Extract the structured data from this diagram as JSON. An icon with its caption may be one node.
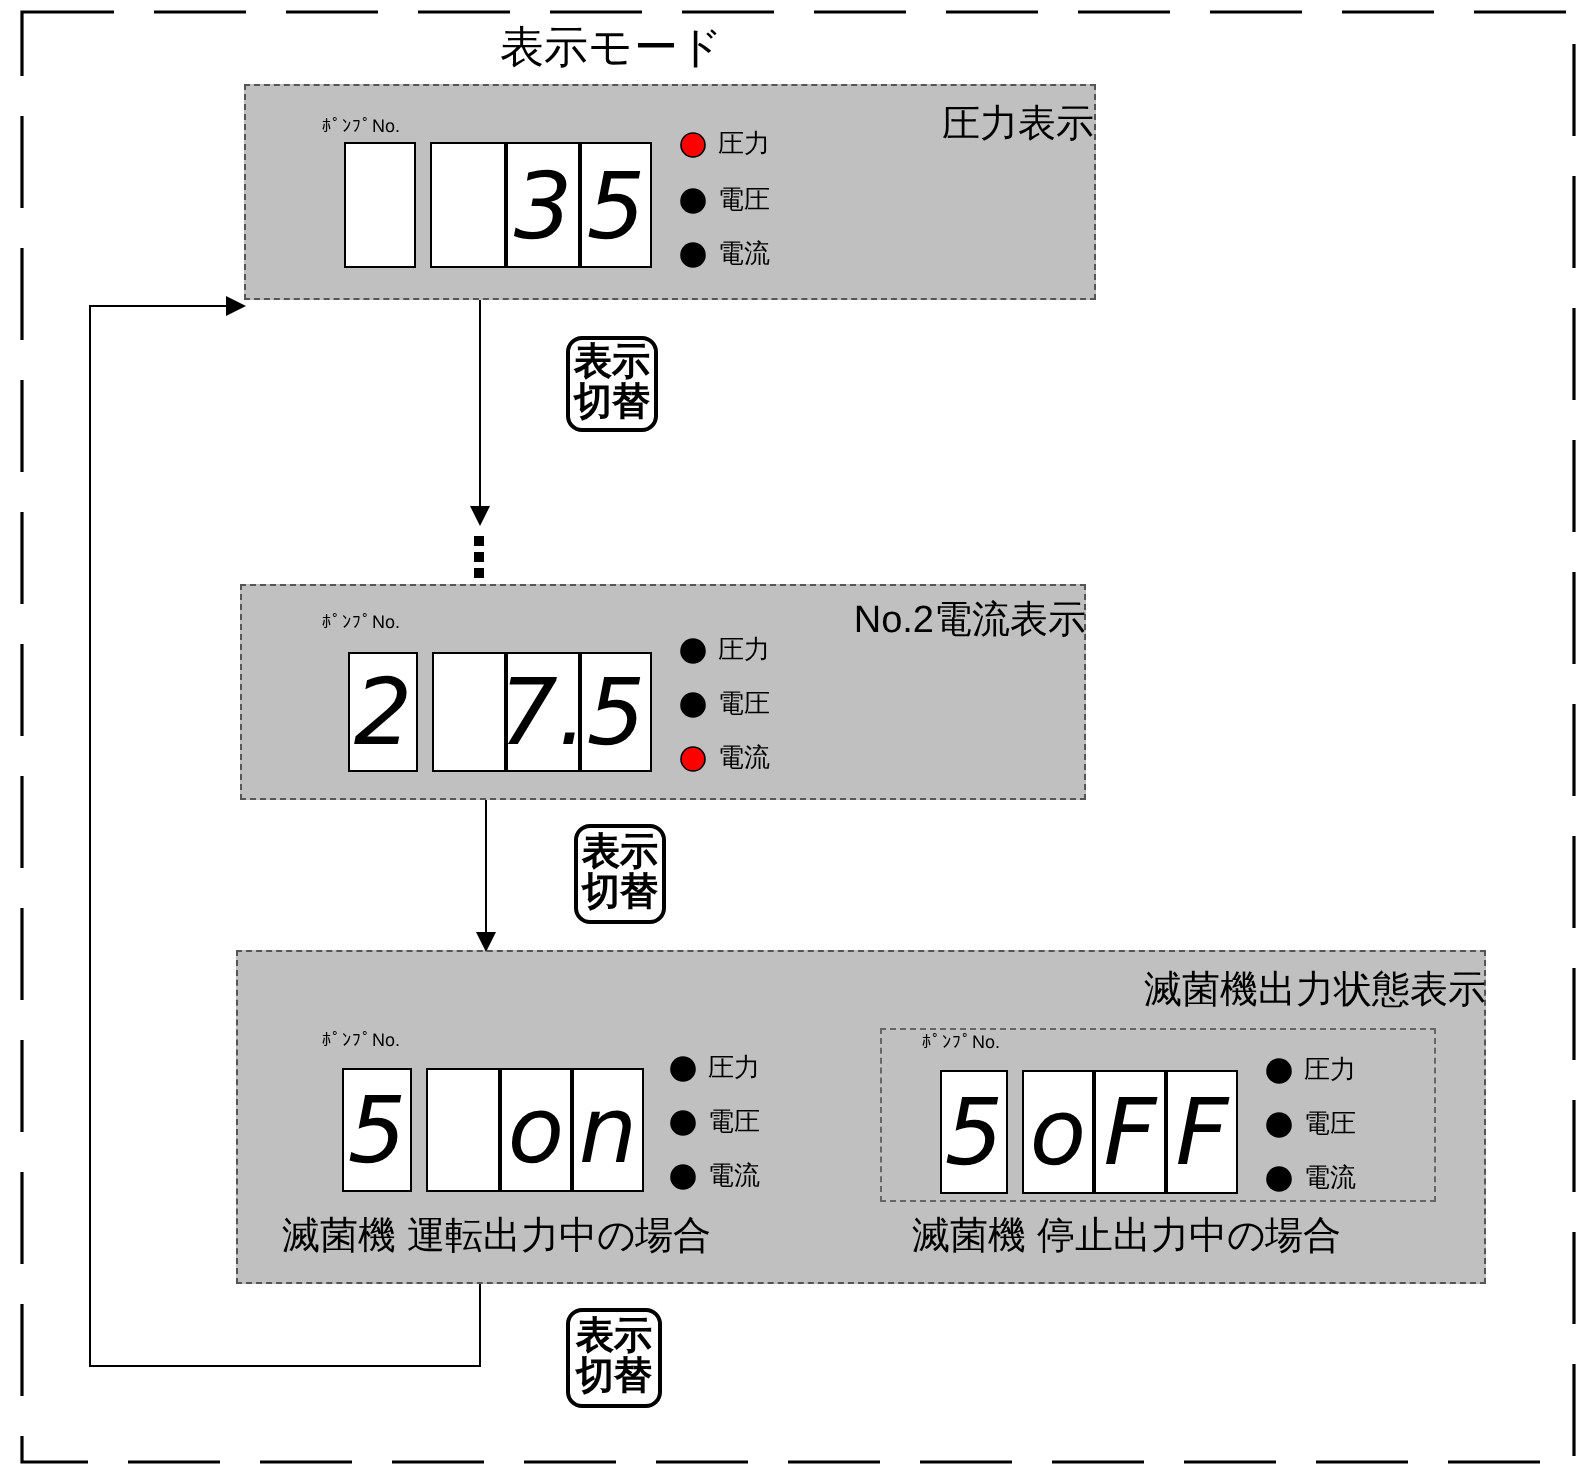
{
  "diagram": {
    "nodes": [
      {
        "text": [
          "表示モード"
        ]
      },
      {
        "text": [
          "圧力表示"
        ],
        "in": 0
      },
      {
        "text": [
          "No.2電流表示"
        ],
        "in": 0
      },
      {
        "text": [
          "滅菌機出力状態表示",
          "滅菌機 運転出力中の場合",
          "滅菌機 停止出力中の場合"
        ],
        "in": 0
      },
      {
        "text": [],
        "shape": "box",
        "in": 3
      },
      {
        "text": [
          "表示切替"
        ],
        "in": 0
      },
      {
        "text": [
          "表示切替"
        ],
        "in": 0
      },
      {
        "text": [
          "表示切替"
        ],
        "in": 0
      }
    ],
    "edges": [
      {
        "from": 1,
        "to": null,
        "arrow": "to"
      },
      {
        "from": 2,
        "to": 3,
        "arrow": "to"
      },
      {
        "from": 3,
        "to": 1,
        "arrow": "to"
      }
    ],
    "labels": [
      "ﾎﾟﾝﾌﾟNo.",
      "3",
      "5",
      "圧力",
      "電圧",
      "電流",
      "ﾎﾟﾝﾌﾟNo.",
      "2",
      "7.",
      "5",
      "圧力",
      "電圧",
      "電流",
      "ﾎﾟﾝﾌﾟNo.",
      "5",
      "o",
      "n",
      "圧力",
      "電圧",
      "電流",
      "ﾎﾟﾝﾌﾟNo.",
      "5",
      "o",
      "F",
      "F",
      "圧力",
      "電圧",
      "電流"
    ]
  }
}
